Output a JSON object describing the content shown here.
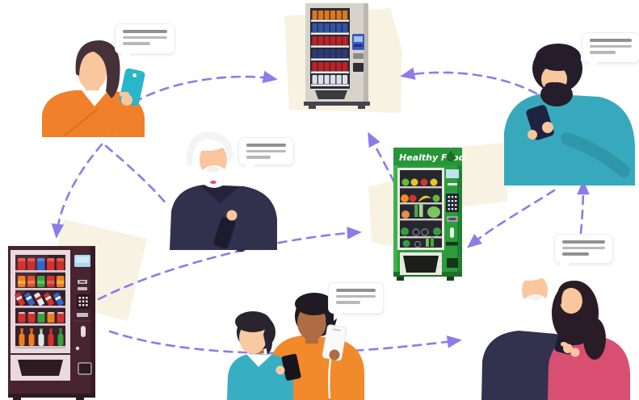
{
  "labels": {
    "healthy_food_sign": "Healthy Food"
  },
  "palette": {
    "background": "#ffffff",
    "arrow_purple": "#8d7be8",
    "paper_cream": "#f7f2e2",
    "bubble_line_dark": "#909090",
    "bubble_line_light": "#b8b8b8",
    "machine_top_body": "#d7d3ca",
    "machine_left_body": "#47242f",
    "machine_green_body": "#2e9c3c",
    "phone_teal": "#29b6c8",
    "shirt_orange": "#f0802a",
    "shirt_teal": "#38a9bd",
    "sweater_navy": "#31314e",
    "top_pink": "#d84f72"
  },
  "entities": {
    "machines": [
      {
        "id": "snack-machine-top",
        "sign_text": "",
        "description": "gray snack vending machine with orange, blue, red and navy packs"
      },
      {
        "id": "healthy-food-machine",
        "sign_text": "Healthy Food",
        "description": "green vending machine with fruit and vegetables"
      },
      {
        "id": "snack-drink-machine-left",
        "sign_text": "",
        "description": "dark maroon vending machine with chips, snacks, cans and bottles"
      }
    ],
    "people": [
      {
        "id": "woman-orange",
        "description": "woman in orange sweater using a teal phone",
        "speech_bubble": true
      },
      {
        "id": "elderly-man",
        "description": "white-bearded man in navy sweater holding a phone",
        "speech_bubble": true
      },
      {
        "id": "man-teal",
        "description": "bearded man in teal shirt using a dark phone",
        "speech_bubble": true
      },
      {
        "id": "adult-and-boy",
        "description": "adult in orange shirt with white phone and boy in teal polo with phone",
        "speech_bubble": true
      },
      {
        "id": "elderly-couple",
        "description": "elderly man in navy and woman in pink sharing a phone",
        "speech_bubble": true
      }
    ]
  },
  "connections": [
    {
      "from": "woman-orange",
      "to": "snack-machine-top"
    },
    {
      "from": "man-teal",
      "to": "snack-machine-top"
    },
    {
      "from": "woman-orange",
      "to": "snack-drink-machine-left"
    },
    {
      "from": "woman-orange",
      "to": "elderly-man"
    },
    {
      "from": "snack-drink-machine-left",
      "to": "healthy-food-machine"
    },
    {
      "from": "snack-drink-machine-left",
      "to": "elderly-couple"
    },
    {
      "from": "man-teal",
      "to": "healthy-food-machine"
    },
    {
      "from": "elderly-couple",
      "to": "man-teal"
    },
    {
      "from": "healthy-food-machine",
      "to": "snack-machine-top"
    }
  ],
  "speech_bubbles": [
    {
      "owner": "woman-orange",
      "text_lines": 3
    },
    {
      "owner": "elderly-man",
      "text_lines": 3
    },
    {
      "owner": "man-teal",
      "text_lines": 3
    },
    {
      "owner": "adult-and-boy",
      "text_lines": 3
    },
    {
      "owner": "elderly-couple",
      "text_lines": 3
    }
  ]
}
